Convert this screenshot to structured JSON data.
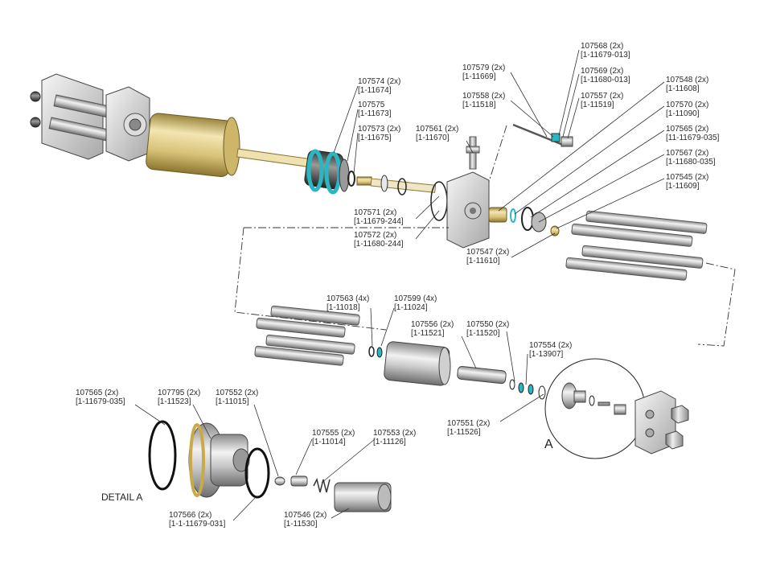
{
  "callouts": [
    {
      "id": "c107574",
      "line1": "107574 (2x)",
      "line2": "[1-11674]"
    },
    {
      "id": "c107575",
      "line1": "107575",
      "line2": "[1-11673]"
    },
    {
      "id": "c107573",
      "line1": "107573 (2x)",
      "line2": "[1-11675]"
    },
    {
      "id": "c107561",
      "line1": "107561 (2x)",
      "line2": "[1-11670]"
    },
    {
      "id": "c107579",
      "line1": "107579 (2x)",
      "line2": "[1-11669]"
    },
    {
      "id": "c107558",
      "line1": "107558 (2x)",
      "line2": "[1-11518]"
    },
    {
      "id": "c107568",
      "line1": "107568 (2x)",
      "line2": "[1-11679-013]"
    },
    {
      "id": "c107569",
      "line1": "107569 (2x)",
      "line2": "[1-11680-013]"
    },
    {
      "id": "c107557",
      "line1": "107557 (2x)",
      "line2": "[1-11519]"
    },
    {
      "id": "c107548",
      "line1": "107548 (2x)",
      "line2": "[1-11608]"
    },
    {
      "id": "c107570",
      "line1": "107570 (2x)",
      "line2": "[1-11090]"
    },
    {
      "id": "c107565a",
      "line1": "107565 (2x)",
      "line2": "[11-11679-035]"
    },
    {
      "id": "c107567",
      "line1": "107567 (2x)",
      "line2": "[1-11680-035]"
    },
    {
      "id": "c107545",
      "line1": "107545 (2x)",
      "line2": "[1-11609]"
    },
    {
      "id": "c107571",
      "line1": "107571 (2x)",
      "line2": "[1-11679-244]"
    },
    {
      "id": "c107572",
      "line1": "107572 (2x)",
      "line2": "[1-11680-244]"
    },
    {
      "id": "c107547",
      "line1": "107547 (2x)",
      "line2": "[1-11610]"
    },
    {
      "id": "c107563",
      "line1": "107563 (4x)",
      "line2": "[1-11018]"
    },
    {
      "id": "c107599",
      "line1": "107599 (4x)",
      "line2": "[1-11024]"
    },
    {
      "id": "c107556",
      "line1": "107556 (2x)",
      "line2": "[1-11521]"
    },
    {
      "id": "c107550",
      "line1": "107550 (2x)",
      "line2": "[1-11520]"
    },
    {
      "id": "c107554",
      "line1": "107554 (2x)",
      "line2": "[1-13907]"
    },
    {
      "id": "c107551",
      "line1": "107551 (2x)",
      "line2": "[1-11526]"
    },
    {
      "id": "c107565b",
      "line1": "107565 (2x)",
      "line2": "[1-11679-035]"
    },
    {
      "id": "c107795",
      "line1": "107795 (2x)",
      "line2": "[1-11523]"
    },
    {
      "id": "c107552",
      "line1": "107552 (2x)",
      "line2": "[1-11015]"
    },
    {
      "id": "c107555",
      "line1": "107555 (2x)",
      "line2": "[1-11014]"
    },
    {
      "id": "c107553",
      "line1": "107553 (2x)",
      "line2": "[1-11126]"
    },
    {
      "id": "c107566",
      "line1": "107566 (2x)",
      "line2": "[1-1-11679-031]"
    },
    {
      "id": "c107546",
      "line1": "107546 (2x)",
      "line2": "[1-11530]"
    }
  ],
  "detail_marker": "A",
  "detail_title": "DETAIL A"
}
